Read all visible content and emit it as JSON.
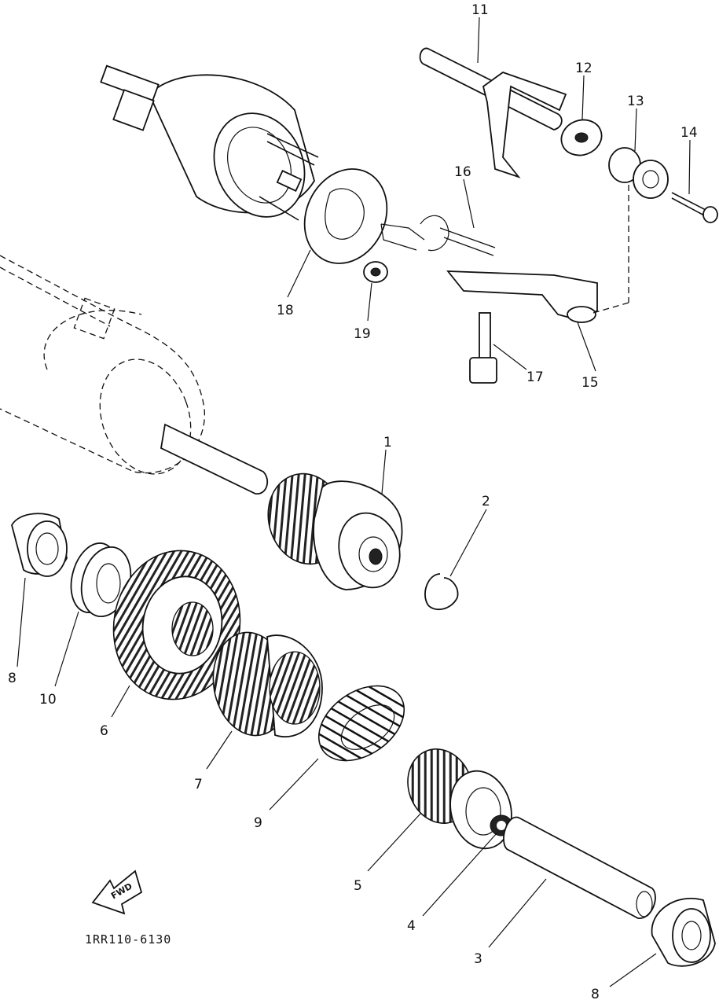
{
  "diagram": {
    "drawing_code": "1RR110-6130",
    "fwd_label": "FWD",
    "callouts": [
      "1",
      "2",
      "3",
      "4",
      "5",
      "6",
      "7",
      "8",
      "8",
      "9",
      "10",
      "11",
      "12",
      "13",
      "14",
      "15",
      "16",
      "17",
      "18",
      "19"
    ]
  }
}
